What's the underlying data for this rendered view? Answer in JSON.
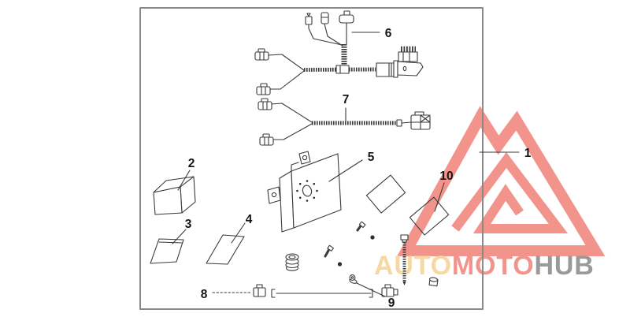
{
  "callouts": {
    "c1": "1",
    "c2": "2",
    "c3": "3",
    "c4": "4",
    "c5": "5",
    "c6": "6",
    "c7": "7",
    "c8": "8",
    "c9": "9",
    "c10": "10"
  },
  "watermark": {
    "segments": [
      {
        "text": "AUTO",
        "color": "#f6d8a3"
      },
      {
        "text": "MOTO",
        "color": "#f2948c"
      },
      {
        "text": "HUB",
        "color": "#9a9a9a"
      }
    ]
  },
  "colors": {
    "logo": "#f2948c",
    "line": "#3a3a3a",
    "frame_border": "#8a8a8a"
  }
}
